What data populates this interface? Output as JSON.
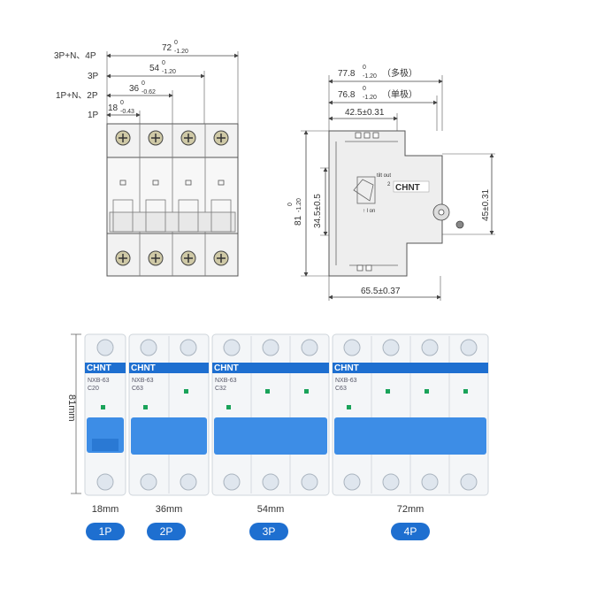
{
  "front_view": {
    "rows": [
      {
        "label": "3P+N、4P",
        "dim": "72",
        "tol_up": "0",
        "tol_down": "-1.20"
      },
      {
        "label": "3P",
        "dim": "54",
        "tol_up": "0",
        "tol_down": "-1.20"
      },
      {
        "label": "1P+N、2P",
        "dim": "36",
        "tol_up": "0",
        "tol_down": "-0.62"
      },
      {
        "label": "1P",
        "dim": "18",
        "tol_up": "0",
        "tol_down": "-0.43"
      }
    ]
  },
  "side_view": {
    "top_dims": [
      {
        "dim": "77.8",
        "tol_up": "0",
        "tol_down": "-1.20",
        "note": "（多极）"
      },
      {
        "dim": "76.8",
        "tol_up": "0",
        "tol_down": "-1.20",
        "note": "（单极）"
      }
    ],
    "depth_dim": "42.5±0.31",
    "height_dim": {
      "dim": "81",
      "tol_up": "0",
      "tol_down": "-1.20"
    },
    "rail_dim": "34.5±0.5",
    "right_dim": "45±0.31",
    "bottom_dim": "65.5±0.37",
    "brand": "CHNT",
    "handle_labels": [
      "↑ l on",
      "tilt out",
      "2"
    ]
  },
  "products": {
    "height_label": "81mm",
    "brand": "CHNT",
    "items": [
      {
        "model": "NXB-63",
        "rating": "C20",
        "width": "18mm",
        "poles": "1P"
      },
      {
        "model": "NXB-63",
        "rating": "C63",
        "width": "36mm",
        "poles": "2P"
      },
      {
        "model": "NXB-63",
        "rating": "C32",
        "width": "54mm",
        "poles": "3P"
      },
      {
        "model": "NXB-63",
        "rating": "C63",
        "width": "72mm",
        "poles": "4P"
      }
    ]
  },
  "colors": {
    "accent": "#1e6fd0",
    "handle_blue": "#3d8de6",
    "line": "#444444"
  }
}
